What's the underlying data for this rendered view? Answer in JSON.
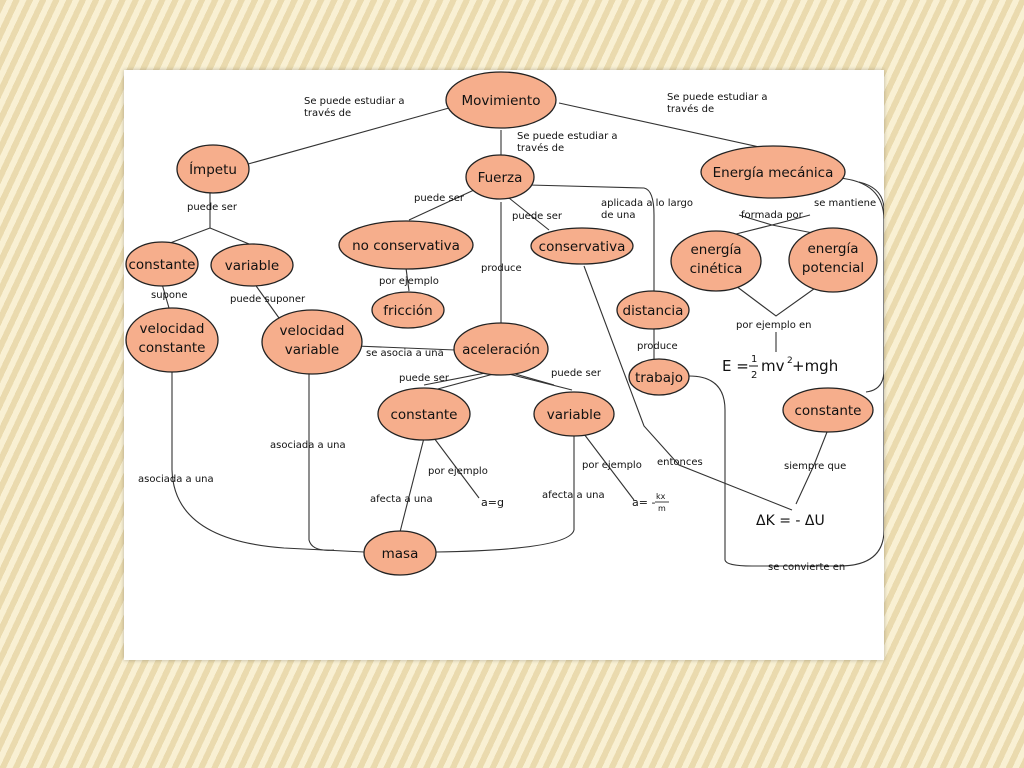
{
  "nodes": {
    "movimiento": "Movimiento",
    "impetu": "Ímpetu",
    "fuerza": "Fuerza",
    "energia_mecanica": "Energía mecánica",
    "constante_impetu": "constante",
    "variable_impetu": "variable",
    "no_conservativa": "no conservativa",
    "conservativa": "conservativa",
    "friccion": "fricción",
    "velocidad_constante_1": "velocidad",
    "velocidad_constante_2": "constante",
    "velocidad_variable_1": "velocidad",
    "velocidad_variable_2": "variable",
    "aceleracion": "aceleración",
    "constante_acel": "constante",
    "variable_acel": "variable",
    "masa": "masa",
    "distancia": "distancia",
    "trabajo": "trabajo",
    "energia_cinetica_1": "energía",
    "energia_cinetica_2": "cinética",
    "energia_potencial_1": "energía",
    "energia_potencial_2": "potencial",
    "constante_energia": "constante"
  },
  "links": {
    "estudiar_left_1": "Se puede estudiar a",
    "estudiar_left_2": "través de",
    "estudiar_mid_1": "Se puede estudiar a",
    "estudiar_mid_2": "través de",
    "estudiar_right_1": "Se puede estudiar a",
    "estudiar_right_2": "través de",
    "puede_ser_impetu": "puede ser",
    "puede_ser_fuerza_left": "puede ser",
    "puede_ser_fuerza_right": "puede ser",
    "aplicada_1": "aplicada a lo largo",
    "aplicada_2": "de una",
    "produce_fuerza": "produce",
    "formada_por": "formada por",
    "se_mantiene": "se mantiene",
    "supone": "supone",
    "puede_suponer": "puede suponer",
    "por_ejemplo_friccion": "por ejemplo",
    "se_asocia": "se asocia a una",
    "produce_distancia": "produce",
    "por_ejemplo_energia": "por ejemplo en",
    "puede_ser_acel_left": "puede ser",
    "puede_ser_acel_right": "puede ser",
    "asociada_left": "asociada a una",
    "asociada_mid": "asociada a una",
    "por_ejemplo_const": "por ejemplo",
    "por_ejemplo_var": "por ejemplo",
    "entonces": "entonces",
    "siempre_que": "siempre que",
    "afecta_left": "afecta a una",
    "afecta_right": "afecta a una",
    "se_convierte": "se convierte en"
  },
  "formulas": {
    "energia_E": "E =",
    "energia_frac_num": "1",
    "energia_frac_den": "2",
    "energia_rest": "mv",
    "energia_exp": "2",
    "energia_tail": "+mgh",
    "a_eq_g": "a=g",
    "a_eq_k_prefix": "a= -",
    "a_eq_k_num": "kx",
    "a_eq_k_den": "m",
    "delta_k": "ΔK = - ΔU"
  }
}
